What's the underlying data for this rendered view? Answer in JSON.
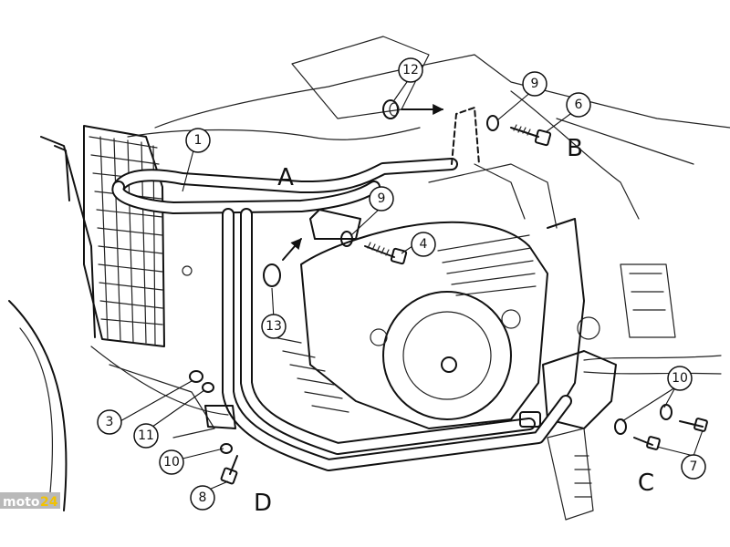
{
  "callouts": [
    {
      "id": "c1",
      "label": "1"
    },
    {
      "id": "c3",
      "label": "3"
    },
    {
      "id": "c4",
      "label": "4"
    },
    {
      "id": "c6",
      "label": "6"
    },
    {
      "id": "c7",
      "label": "7"
    },
    {
      "id": "c8",
      "label": "8"
    },
    {
      "id": "c9a",
      "label": "9"
    },
    {
      "id": "c9b",
      "label": "9"
    },
    {
      "id": "c10a",
      "label": "10"
    },
    {
      "id": "c10b",
      "label": "10"
    },
    {
      "id": "c11",
      "label": "11"
    },
    {
      "id": "c12",
      "label": "12"
    },
    {
      "id": "c13",
      "label": "13"
    }
  ],
  "letters": {
    "a": "A",
    "b": "B",
    "c": "C",
    "d": "D"
  },
  "watermark": {
    "prefix": "moto",
    "number": "24"
  }
}
